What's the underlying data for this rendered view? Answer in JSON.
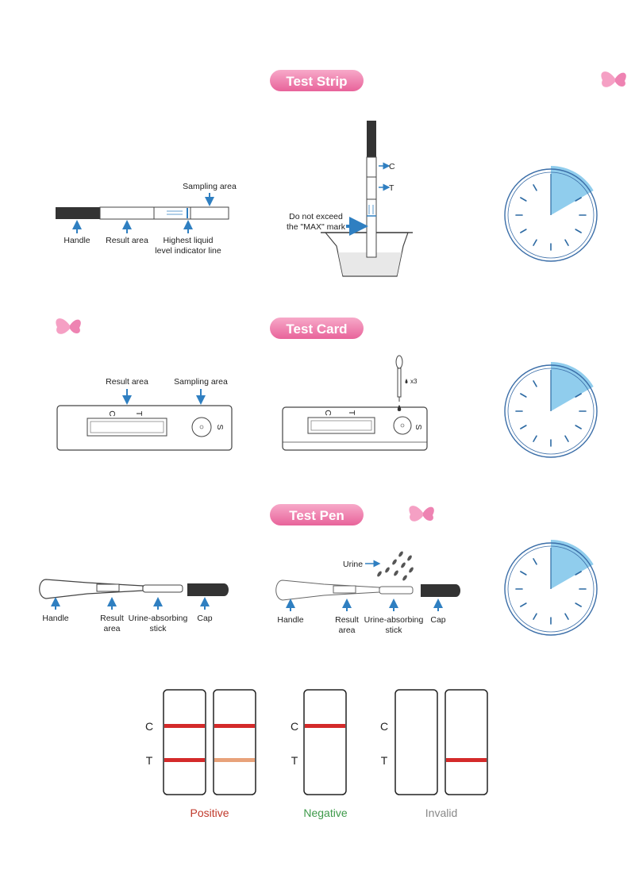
{
  "sections": [
    {
      "title": "Test Strip"
    },
    {
      "title": "Test Card"
    },
    {
      "title": "Test Pen"
    }
  ],
  "strip": {
    "labels": {
      "handle": "Handle",
      "result_area": "Result area",
      "highest_line_1": "Highest liquid",
      "highest_line_2": "level indicator line",
      "sampling_area": "Sampling area"
    },
    "dip": {
      "c": "C",
      "t": "T",
      "max_1": "Do not exceed",
      "max_2": "the \"MAX\" mark"
    }
  },
  "card": {
    "labels": {
      "result_area": "Result area",
      "sampling_area": "Sampling area"
    },
    "marks": {
      "c": "C",
      "t": "T",
      "s": "S"
    },
    "drops": "x3"
  },
  "pen": {
    "labels": {
      "handle": "Handle",
      "result_1": "Result",
      "result_2": "area",
      "stick_1": "Urine-absorbing",
      "stick_2": "stick",
      "cap": "Cap",
      "urine": "Urine"
    }
  },
  "results": {
    "c": "C",
    "t": "T",
    "positive": "Positive",
    "negative": "Negative",
    "invalid": "Invalid",
    "colors": {
      "positive": "#c0392b",
      "negative": "#3e9a4a",
      "invalid": "#888888",
      "line": "#d42a2a",
      "faint": "#e8a27a"
    }
  },
  "colors": {
    "pink": "#ec6aa0",
    "blue": "#2f7fc1",
    "timer_fill": "#7cc4ea"
  }
}
